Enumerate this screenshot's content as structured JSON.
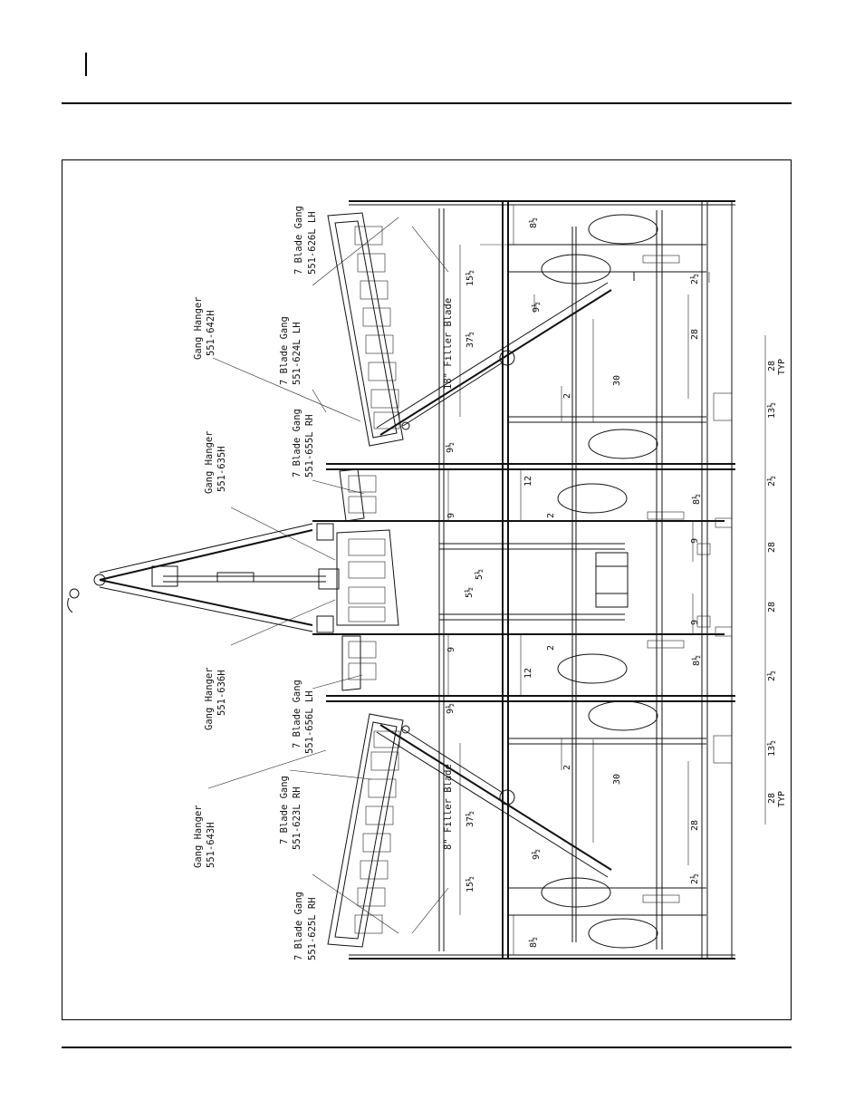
{
  "labels": {
    "gang_626": {
      "l1": "7 Blade Gang",
      "l2": "551-626L LH"
    },
    "hanger_642": {
      "l1": "Gang Hanger",
      "l2": "551-642H"
    },
    "gang_624": {
      "l1": "7 Blade Gang",
      "l2": "551-624L LH"
    },
    "gang_655": {
      "l1": "7 Blade Gang",
      "l2": "551-655L RH"
    },
    "hanger_635": {
      "l1": "Gang Hanger",
      "l2": "551-635H"
    },
    "hanger_636": {
      "l1": "Gang Hanger",
      "l2": "551-636H"
    },
    "gang_656": {
      "l1": "7 Blade Gang",
      "l2": "551-656L LH"
    },
    "hanger_643": {
      "l1": "Gang Hanger",
      "l2": "551-643H"
    },
    "gang_623": {
      "l1": "7 Blade Gang",
      "l2": "551-623L RH"
    },
    "gang_625": {
      "l1": "7 Blade Gang",
      "l2": "551-625L RH"
    },
    "filler_top": "18\" Filler Blade",
    "filler_bottom": "8\" Filler Blade"
  },
  "dimensions": {
    "d8_half_a": "8½",
    "d15_half_a": "15½",
    "d9_half_a": "9½",
    "d37_half_a": "37½",
    "d2_half_a": "2½",
    "d28_a": "28",
    "d30_a": "30",
    "d2_a": "2",
    "d28_typ_a": "28",
    "typ_a": "TYP",
    "d13_half_a": "13½",
    "d9_half_b": "9½",
    "d12_a": "12",
    "d2_half_b": "2½",
    "d8_half_b": "8½",
    "d9_a": "9",
    "d2_b": "2",
    "d9_b": "9",
    "d28_b": "28",
    "d5_half_a": "5½",
    "d5_half_b": "5½",
    "d9_c": "9",
    "d28_c": "28",
    "d9_d": "9",
    "d2_c": "2",
    "d8_half_c": "8½",
    "d12_b": "12",
    "d2_half_c": "2½",
    "d9_half_c": "9½",
    "d2_d": "2",
    "d13_half_b": "13½",
    "d28_typ_b": "28",
    "typ_b": "TYP",
    "d30_b": "30",
    "d28_d": "28",
    "d37_half_b": "37½",
    "d9_half_d": "9½",
    "d15_half_b": "15½",
    "d2_half_d": "2½",
    "d8_half_d": "8½"
  }
}
